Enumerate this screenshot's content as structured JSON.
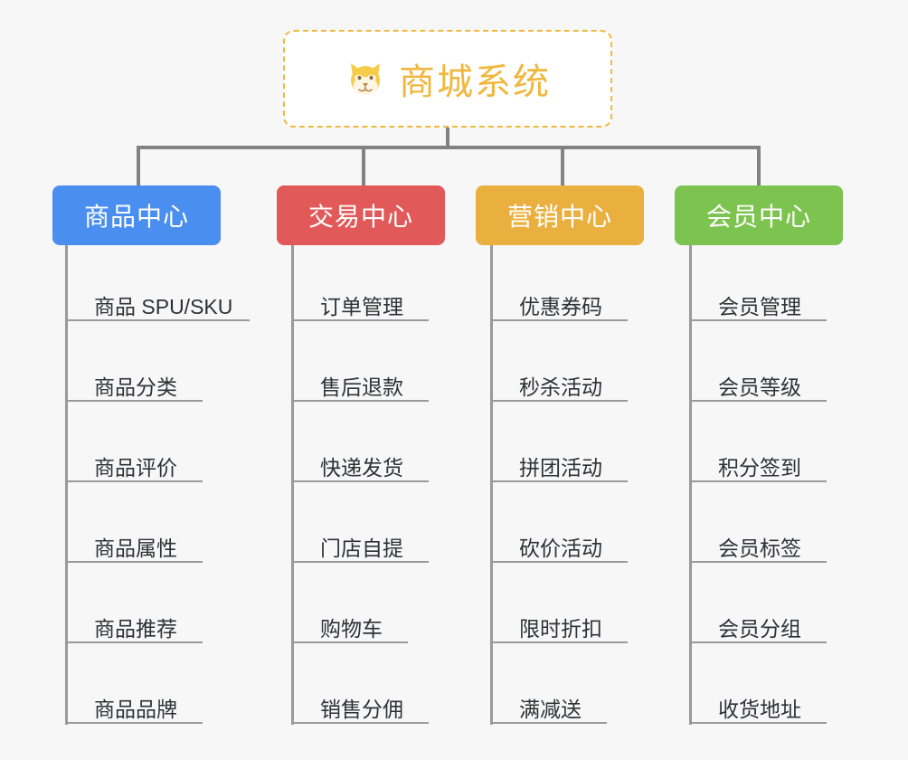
{
  "page": {
    "background_color": "#f7f7f7",
    "type": "mind-map"
  },
  "root": {
    "title": "商城系统",
    "icon": "shiba-dog-face-emoji",
    "emoji": "🐕",
    "text_color": "#f0b73f",
    "border_color": "#efb840",
    "background_color": "#ffffff"
  },
  "connector": {
    "color": "#828282"
  },
  "branches": [
    {
      "label": "商品中心",
      "color": "#4a8ef0",
      "id": "product-center",
      "items": [
        "商品 SPU/SKU",
        "商品分类",
        "商品评价",
        "商品属性",
        "商品推荐",
        "商品品牌"
      ]
    },
    {
      "label": "交易中心",
      "color": "#e2595a",
      "id": "trade-center",
      "items": [
        "订单管理",
        "售后退款",
        "快递发货",
        "门店自提",
        "购物车",
        "销售分佣"
      ]
    },
    {
      "label": "营销中心",
      "color": "#eab03f",
      "id": "marketing-center",
      "items": [
        "优惠券码",
        "秒杀活动",
        "拼团活动",
        "砍价活动",
        "限时折扣",
        "满减送"
      ]
    },
    {
      "label": "会员中心",
      "color": "#7cc350",
      "id": "member-center",
      "items": [
        "会员管理",
        "会员等级",
        "积分签到",
        "会员标签",
        "会员分组",
        "收货地址"
      ]
    }
  ]
}
